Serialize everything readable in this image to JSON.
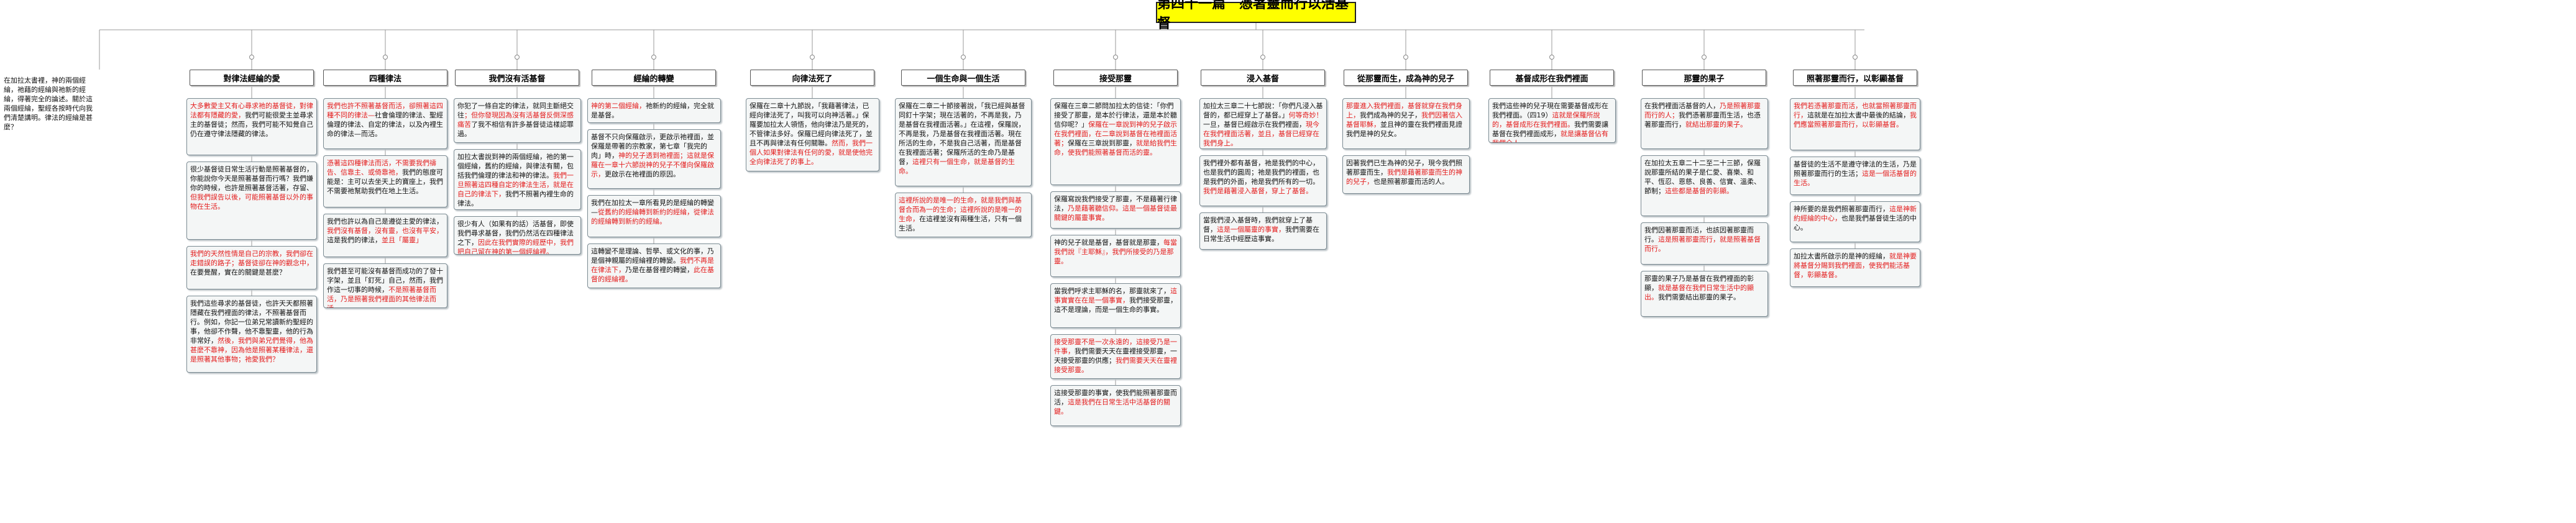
{
  "title": "第四十一篇　憑著靈而行以活基督",
  "intro": "在加拉太書裡，神的兩個經綸，祂藉的經綸與祂新的經綸，得著完全的論述。關於這兩個經綸，聖經各按時代向我們清楚講明。律法的經綸是甚麼？",
  "branches": [
    {
      "label": "對律法經綸的愛",
      "cards": [
        {
          "segments": [
            {
              "t": "大多數愛主又有心尋求祂的基督徒，對律法都有隱藏的愛，",
              "r": true
            },
            {
              "t": "我們可能很愛主並尋求主的基督徒；然而，我們可能不知覺自己仍在遵守律法隱藏的律法。",
              "r": false
            }
          ]
        },
        {
          "segments": [
            {
              "t": "很少基督徒日常生活行動是照著基督的，你能說你今天是照著基督而行嗎？我們嫌你的時候，也許是照著基督活著，存留、",
              "r": false
            },
            {
              "t": "但我們誤告以後，可能照著基督以外的事物在生活。",
              "r": true
            }
          ]
        },
        {
          "segments": [
            {
              "t": "我們的天然性情是自己的宗教，我們卻在走錯誤的路子；基督徒卻在神的觀念中，",
              "r": true
            },
            {
              "t": "在要覺醒，實在的關鍵是甚麼？",
              "r": false
            }
          ]
        },
        {
          "segments": [
            {
              "t": "我們這些尋求的基督徒，也許天天都照著隱藏在我們裡面的律法，不照著基督而行。例如，你記一位弟兄常讀新約聖經的事，他卻不作聲，他不靠聖靈，他的行為非常好，",
              "r": false
            },
            {
              "t": "然後，我們與弟兄們覺得，他為甚麼不靠神，因為他是照著某種律法，還是照著其他事物；祂愛我們？",
              "r": true
            }
          ]
        }
      ]
    },
    {
      "label": "四種律法",
      "cards": [
        {
          "segments": [
            {
              "t": "我們也許不照著基督而活，卻照著這四種不同的律法—",
              "r": true
            },
            {
              "t": "社會倫理的律法、聖經倫理的律法、自定的律法，以及內裡生命的律法—而活。",
              "r": false
            }
          ]
        },
        {
          "segments": [
            {
              "t": "憑著這四種律法而活，不需要我們禱告、信靠主、或倚靠祂，",
              "r": true
            },
            {
              "t": "我們的態度可能是：主可以去坐天上的寶座上，我們不需要祂幫助我們在地上生活。",
              "r": false
            }
          ]
        },
        {
          "segments": [
            {
              "t": "我們也許以為自己是遵從主愛的律法，",
              "r": false
            },
            {
              "t": "我們沒有基督，沒有靈，也沒有平安，",
              "r": true
            },
            {
              "t": "這是我們的律法，",
              "r": false
            },
            {
              "t": "並且「屬靈」",
              "r": true
            }
          ]
        },
        {
          "segments": [
            {
              "t": "我們甚至可能沒有基督而成功的了發十字架，並且「釘死」自己，然而，我們作這一切事的時候，",
              "r": false
            },
            {
              "t": "不是照著基督而活，乃是照著我們裡面的其他律法而活。",
              "r": true
            }
          ]
        }
      ]
    },
    {
      "label": "我們沒有活基督",
      "cards": [
        {
          "segments": [
            {
              "t": "你犯了一條自定的律法，就同主斷絕交往",
              "r": false
            },
            {
              "t": "；但你發現因為沒有活基督反倒深感痛苦",
              "r": true
            },
            {
              "t": "了我不相信有許多基督徒這樣認罪過。",
              "r": false
            }
          ]
        },
        {
          "segments": [
            {
              "t": "加拉太書說到神的兩個經綸，祂的第一個經綸，舊約的經綸，與律法有關，包括我們倫理的律法和神的律法。",
              "r": false
            },
            {
              "t": "我們一旦照著這四種自定的律法生活，就是在自己的律法下，",
              "r": true
            },
            {
              "t": "我們不照著內裡生命的律法。",
              "r": false
            }
          ]
        },
        {
          "segments": [
            {
              "t": "很少有人（如果有的話）活基督，即使我們尋求基督，我們仍然活在四種律法之下，",
              "r": false
            },
            {
              "t": "因此在我們實際的經歷中，我們把自己留在神的第一個經綸裡。",
              "r": true
            }
          ]
        }
      ]
    },
    {
      "label": "經綸的轉變",
      "cards": [
        {
          "segments": [
            {
              "t": "神的第二個經綸，",
              "r": true
            },
            {
              "t": "祂新約的經綸，完全就是基督。",
              "r": false
            }
          ]
        },
        {
          "segments": [
            {
              "t": "基督不只向保羅啟示，更啟示祂裡面，並保羅是帶著的宗教家，第七章「我完的肉」時，",
              "r": false
            },
            {
              "t": "神的兒子透到祂裡面；這就是保羅在一章十六節說神的兒子不僅向保羅啟示，",
              "r": true
            },
            {
              "t": "更啟示在祂裡面的原因。",
              "r": false
            }
          ]
        },
        {
          "segments": [
            {
              "t": "我們在加拉太一章所看見的是經綸的轉變—",
              "r": false
            },
            {
              "t": "從舊約的經綸轉到新約的經綸，從律法的經綸轉到新約的經綸。",
              "r": true
            }
          ]
        },
        {
          "segments": [
            {
              "t": "這轉變不是理論、哲學、或文化的事，乃是個神親屬的經綸裡的轉變。",
              "r": false
            },
            {
              "t": "我們不再是在律法下，",
              "r": true
            },
            {
              "t": "乃是在基督裡的轉變，",
              "r": false
            },
            {
              "t": "此在基督的經綸裡。",
              "r": true
            }
          ]
        }
      ]
    },
    {
      "label": "向律法死了",
      "cards": [
        {
          "segments": [
            {
              "t": "保羅在二章十九節說，「我藉著律法，已經向律法死了，叫我可以向神活著。」保羅要加拉太人領悟，他向律法乃是死的，不管律法多好。保羅已經向律法死了，並且不再與律法有任何關聯。",
              "r": false
            },
            {
              "t": "然而，我們一個人如果對律法有任何的愛，就是使他完全向律法死了的事上。",
              "r": true
            }
          ]
        }
      ]
    },
    {
      "label": "一個生命與一個生活",
      "cards": [
        {
          "segments": [
            {
              "t": "保羅在二章二十節接著說，「我已經與基督同釘十字架；現在活著的，不再是我，乃是基督在我裡面活著。」在這裡，保羅說，不再是我，乃是基督在我裡面活著。現在所活的生命，不是我自己活著，而是基督在我裡面活著；保羅所活的生命乃是基督，",
              "r": false
            },
            {
              "t": "這裡只有一個生命，就是基督的生命。",
              "r": true
            }
          ]
        },
        {
          "segments": [
            {
              "t": "這裡所說的是唯一的生命，就是我們與基督合而為一的生命；這裡所說的是唯一的生命，",
              "r": true
            },
            {
              "t": "在這裡並沒有兩種生活，只有一個生活。",
              "r": false
            }
          ]
        }
      ]
    },
    {
      "label": "接受那靈",
      "cards": [
        {
          "segments": [
            {
              "t": "保羅在三章二節問加拉太的信徒：「你們接受了那靈，是本於行律法，還是本於聽信仰呢？」",
              "r": false
            },
            {
              "t": "保羅在一章說到神的兒子啟示在我們裡面，在二章說到基督在祂裡面活著；",
              "r": true
            },
            {
              "t": "保羅在三章說到那靈，",
              "r": false
            },
            {
              "t": "就是給我們生命，使我們能照著基督而活的靈。",
              "r": true
            }
          ]
        },
        {
          "segments": [
            {
              "t": "保羅寫說我們接受了那靈，不是藉著行律法，",
              "r": false
            },
            {
              "t": "乃是藉著聽信仰。這是一個基督徒最關鍵的屬靈事實。",
              "r": true
            }
          ]
        },
        {
          "segments": [
            {
              "t": "神的兒子就是基督，基督就是那靈，",
              "r": false
            },
            {
              "t": "每當我們說『主耶穌』，我們所接受的乃是那靈。",
              "r": true
            }
          ]
        },
        {
          "segments": [
            {
              "t": "當我們呼求主耶穌的名，那靈就來了，",
              "r": false
            },
            {
              "t": "這事實實在在是一個事實，",
              "r": true
            },
            {
              "t": "我們接受那靈，這不是理論，而是一個生命的事實。",
              "r": false
            }
          ]
        },
        {
          "segments": [
            {
              "t": "接受那靈不是一次永遠的，這接受乃是一件事，",
              "r": true
            },
            {
              "t": "我們需要天天在靈裡接受那靈，一天接受那靈的供應；",
              "r": false
            },
            {
              "t": "我們需要天天在靈裡接受那靈。",
              "r": true
            }
          ]
        },
        {
          "segments": [
            {
              "t": "這接受那靈的事實，使我們能照著那靈而活，",
              "r": false
            },
            {
              "t": "這是我們在日常生活中活基督的關鍵。",
              "r": true
            }
          ]
        }
      ]
    },
    {
      "label": "浸入基督",
      "cards": [
        {
          "segments": [
            {
              "t": "加拉太三章二十七節說：「你們凡浸入基督的，都已經穿上了基督。」",
              "r": false
            },
            {
              "t": "何等奇妙！",
              "r": true
            },
            {
              "t": "一旦，基督已經啟示在我們裡面，",
              "r": false
            },
            {
              "t": "現今在我們裡面活著，",
              "r": true
            },
            {
              "t": "並且，基督已經穿在我們身上。",
              "r": true
            }
          ]
        },
        {
          "segments": [
            {
              "t": "我們裡外都有基督，祂是我們的中心，也是我們的圓周；祂是我們的裡面，也是我們的外面，祂是我們所有的一切。",
              "r": false
            },
            {
              "t": "我們是藉著浸入基督，穿上了基督。",
              "r": true
            }
          ]
        },
        {
          "segments": [
            {
              "t": "當我們浸入基督時，我們就穿上了基督，",
              "r": false
            },
            {
              "t": "這是一個屬靈的事實，",
              "r": true
            },
            {
              "t": "我們需要在日常生活中經歷這事實。",
              "r": false
            }
          ]
        }
      ]
    },
    {
      "label": "從那靈而生，成為神的兒子",
      "cards": [
        {
          "segments": [
            {
              "t": "那靈進入我們裡面，基督就穿在我們身上，",
              "r": true
            },
            {
              "t": "我們成為神的兒子，",
              "r": false
            },
            {
              "t": "我們因著信入基督耶穌，",
              "r": true
            },
            {
              "t": "並且神的靈在我們裡面見證我們是神的兒女。",
              "r": false
            }
          ]
        },
        {
          "segments": [
            {
              "t": "因著我們已生為神的兒子，現今我們照著那靈而生，",
              "r": false
            },
            {
              "t": "我們是藉著那靈而生的神的兒子，",
              "r": true
            },
            {
              "t": "也是照著那靈而活的人。",
              "r": false
            }
          ]
        }
      ]
    },
    {
      "label": "基督成形在我們裡面",
      "cards": [
        {
          "segments": [
            {
              "t": "我們這些神的兒子現在需要基督成形在我們裡面。（四19）",
              "r": false
            },
            {
              "t": "這就是保羅所說的，基督成形在我們裡面。",
              "r": true
            },
            {
              "t": "我們需要讓基督在我們裡面成形，",
              "r": false
            },
            {
              "t": "就是讓基督佔有我們全人。",
              "r": true
            }
          ]
        }
      ]
    },
    {
      "label": "那靈的果子",
      "cards": [
        {
          "segments": [
            {
              "t": "在我們裡面活基督的人，",
              "r": false
            },
            {
              "t": "乃是照著那靈而行的人；",
              "r": true
            },
            {
              "t": "我們憑著那靈而生活，也憑著那靈而行，",
              "r": false
            },
            {
              "t": "就結出那靈的果子。",
              "r": true
            }
          ]
        },
        {
          "segments": [
            {
              "t": "在加拉太五章二十二至二十三節，保羅說那靈所結的果子是仁愛、喜樂、和平、恆忍、恩慈、良善、信實、溫柔、節制；",
              "r": false
            },
            {
              "t": "這些都是基督的彰顯。",
              "r": true
            }
          ]
        },
        {
          "segments": [
            {
              "t": "我們因著那靈而活，也該因著那靈而行。",
              "r": false
            },
            {
              "t": "這是照著那靈而行，就是照著基督而行。",
              "r": true
            }
          ]
        },
        {
          "segments": [
            {
              "t": "那靈的果子乃是基督在我們裡面的彰顯，",
              "r": false
            },
            {
              "t": "就是基督在我們日常生活中的顯出。",
              "r": true
            },
            {
              "t": "我們需要結出那靈的果子。",
              "r": false
            }
          ]
        }
      ]
    },
    {
      "label": "照著那靈而行，以彰顯基督",
      "cards": [
        {
          "segments": [
            {
              "t": "我們若憑著那靈而活，也就當照著那靈而行，",
              "r": true
            },
            {
              "t": "這就是在加拉太書中最後的結論，",
              "r": false
            },
            {
              "t": "我們應當照著那靈而行，以彰顯基督。",
              "r": true
            }
          ]
        },
        {
          "segments": [
            {
              "t": "基督徒的生活不是遵守律法的生活，乃是照著那靈而行的生活；",
              "r": false
            },
            {
              "t": "這是一個活基督的生活。",
              "r": true
            }
          ]
        },
        {
          "segments": [
            {
              "t": "神所要的是我們照著那靈而行，",
              "r": false
            },
            {
              "t": "這是神新約經綸的中心，",
              "r": true
            },
            {
              "t": "也是我們基督徒生活的中心。",
              "r": false
            }
          ]
        },
        {
          "segments": [
            {
              "t": "加拉太書所啟示的是神的經綸，",
              "r": false
            },
            {
              "t": "就是神要將基督分賜到我們裡面，使我們能活基督，彰顯基督。",
              "r": true
            }
          ]
        }
      ]
    }
  ]
}
